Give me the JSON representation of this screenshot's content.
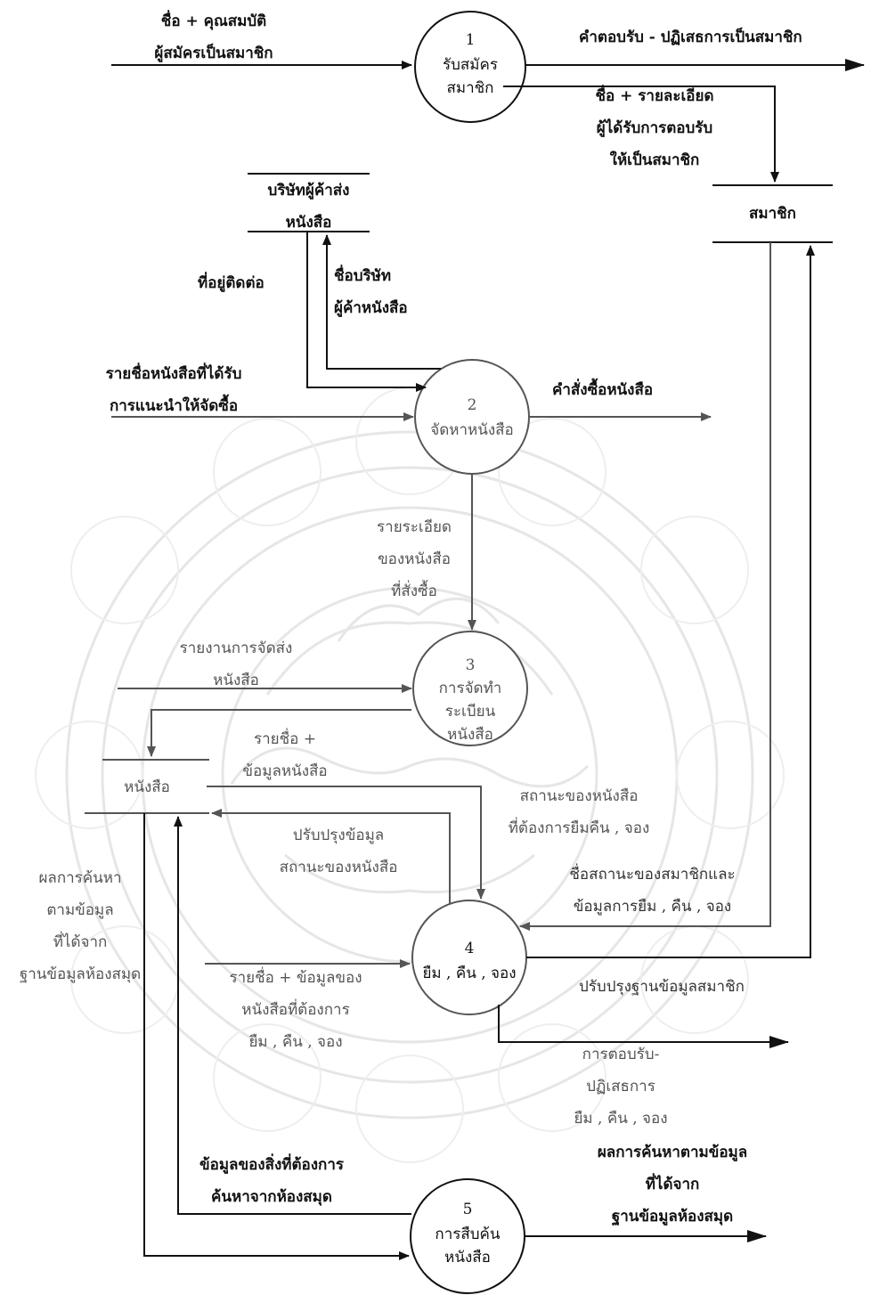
{
  "processes": {
    "p1": {
      "number": "1",
      "name": [
        "รับสมัคร",
        "สมาชิก"
      ]
    },
    "p2": {
      "number": "2",
      "name": [
        "จัดหาหนังสือ"
      ]
    },
    "p3": {
      "number": "3",
      "name": [
        "การจัดทำ",
        "ระเบียน",
        "หนังสือ"
      ]
    },
    "p4": {
      "number": "4",
      "name": [
        "ยืม , คืน , จอง"
      ]
    },
    "p5": {
      "number": "5",
      "name": [
        "การสืบค้น",
        "หนังสือ"
      ]
    }
  },
  "stores": {
    "member": "สมาชิก",
    "supplier": [
      "บริษัทผู้ค้าส่ง",
      "หนังสือ"
    ],
    "book": "หนังสือ"
  },
  "flows": {
    "applicant_info": [
      "ชื่อ + คุณสมบัติ",
      "ผู้สมัครเป็นสมาชิก"
    ],
    "accept_reject_member": "คำตอบรับ - ปฏิเสธการเป็นสมาชิก",
    "accepted_member_details": [
      "ชื่อ + รายละเอียด",
      "ผู้ได้รับการตอบรับ",
      "ให้เป็นสมาชิก"
    ],
    "contact_address": "ที่อยู่ติดต่อ",
    "supplier_name": [
      "ชื่อบริษัท",
      "ผู้ค้าหนังสือ"
    ],
    "recommended_books": [
      "รายชื่อหนังสือที่ได้รับ",
      "การแนะนำให้จัดซื้อ"
    ],
    "purchase_order": "คำสั่งซื้อหนังสือ",
    "ordered_book_details": [
      "รายระเอียด",
      "ของหนังสือ",
      "ที่สั่งซื้อ"
    ],
    "delivery_report": [
      "รายงานการจัดส่ง",
      "หนังสือ"
    ],
    "book_list_info": [
      "รายชื่อ +",
      "ข้อมูลหนังสือ"
    ],
    "book_status_needed": [
      "สถานะของหนังสือ",
      "ที่ต้องการยืมคืน , จอง"
    ],
    "update_book_status": [
      "ปรับปรุงข้อมูล",
      "สถานะของหนังสือ"
    ],
    "member_status_loans": [
      "ชื่อสถานะของสมาชิกและ",
      "ข้อมูลการยืม , คืน , จอง"
    ],
    "search_result_left": [
      "ผลการค้นหา",
      "ตามข้อมูล",
      "ที่ได้จาก",
      "ฐานข้อมูลห้องสมุด"
    ],
    "loan_request_info": [
      "รายชื่อ + ข้อมูลของ",
      "หนังสือที่ต้องการ",
      "ยืม , คืน , จอง"
    ],
    "update_member_db": "ปรับปรุงฐานข้อมูลสมาชิก",
    "loan_accept_reject": [
      "การตอบรับ-",
      "ปฏิเสธการ",
      "ยืม , คืน , จอง"
    ],
    "search_request": [
      "ข้อมูลของสิ่งที่ต้องการ",
      "ค้นหาจากห้องสมุด"
    ],
    "search_result_right": [
      "ผลการค้นหาตามข้อมูล",
      "ที่ได้จาก",
      "ฐานข้อมูลห้องสมุด"
    ]
  },
  "colors": {
    "ink": "#111111",
    "gray_ink": "#555555",
    "watermark": "#e3e3e3"
  }
}
